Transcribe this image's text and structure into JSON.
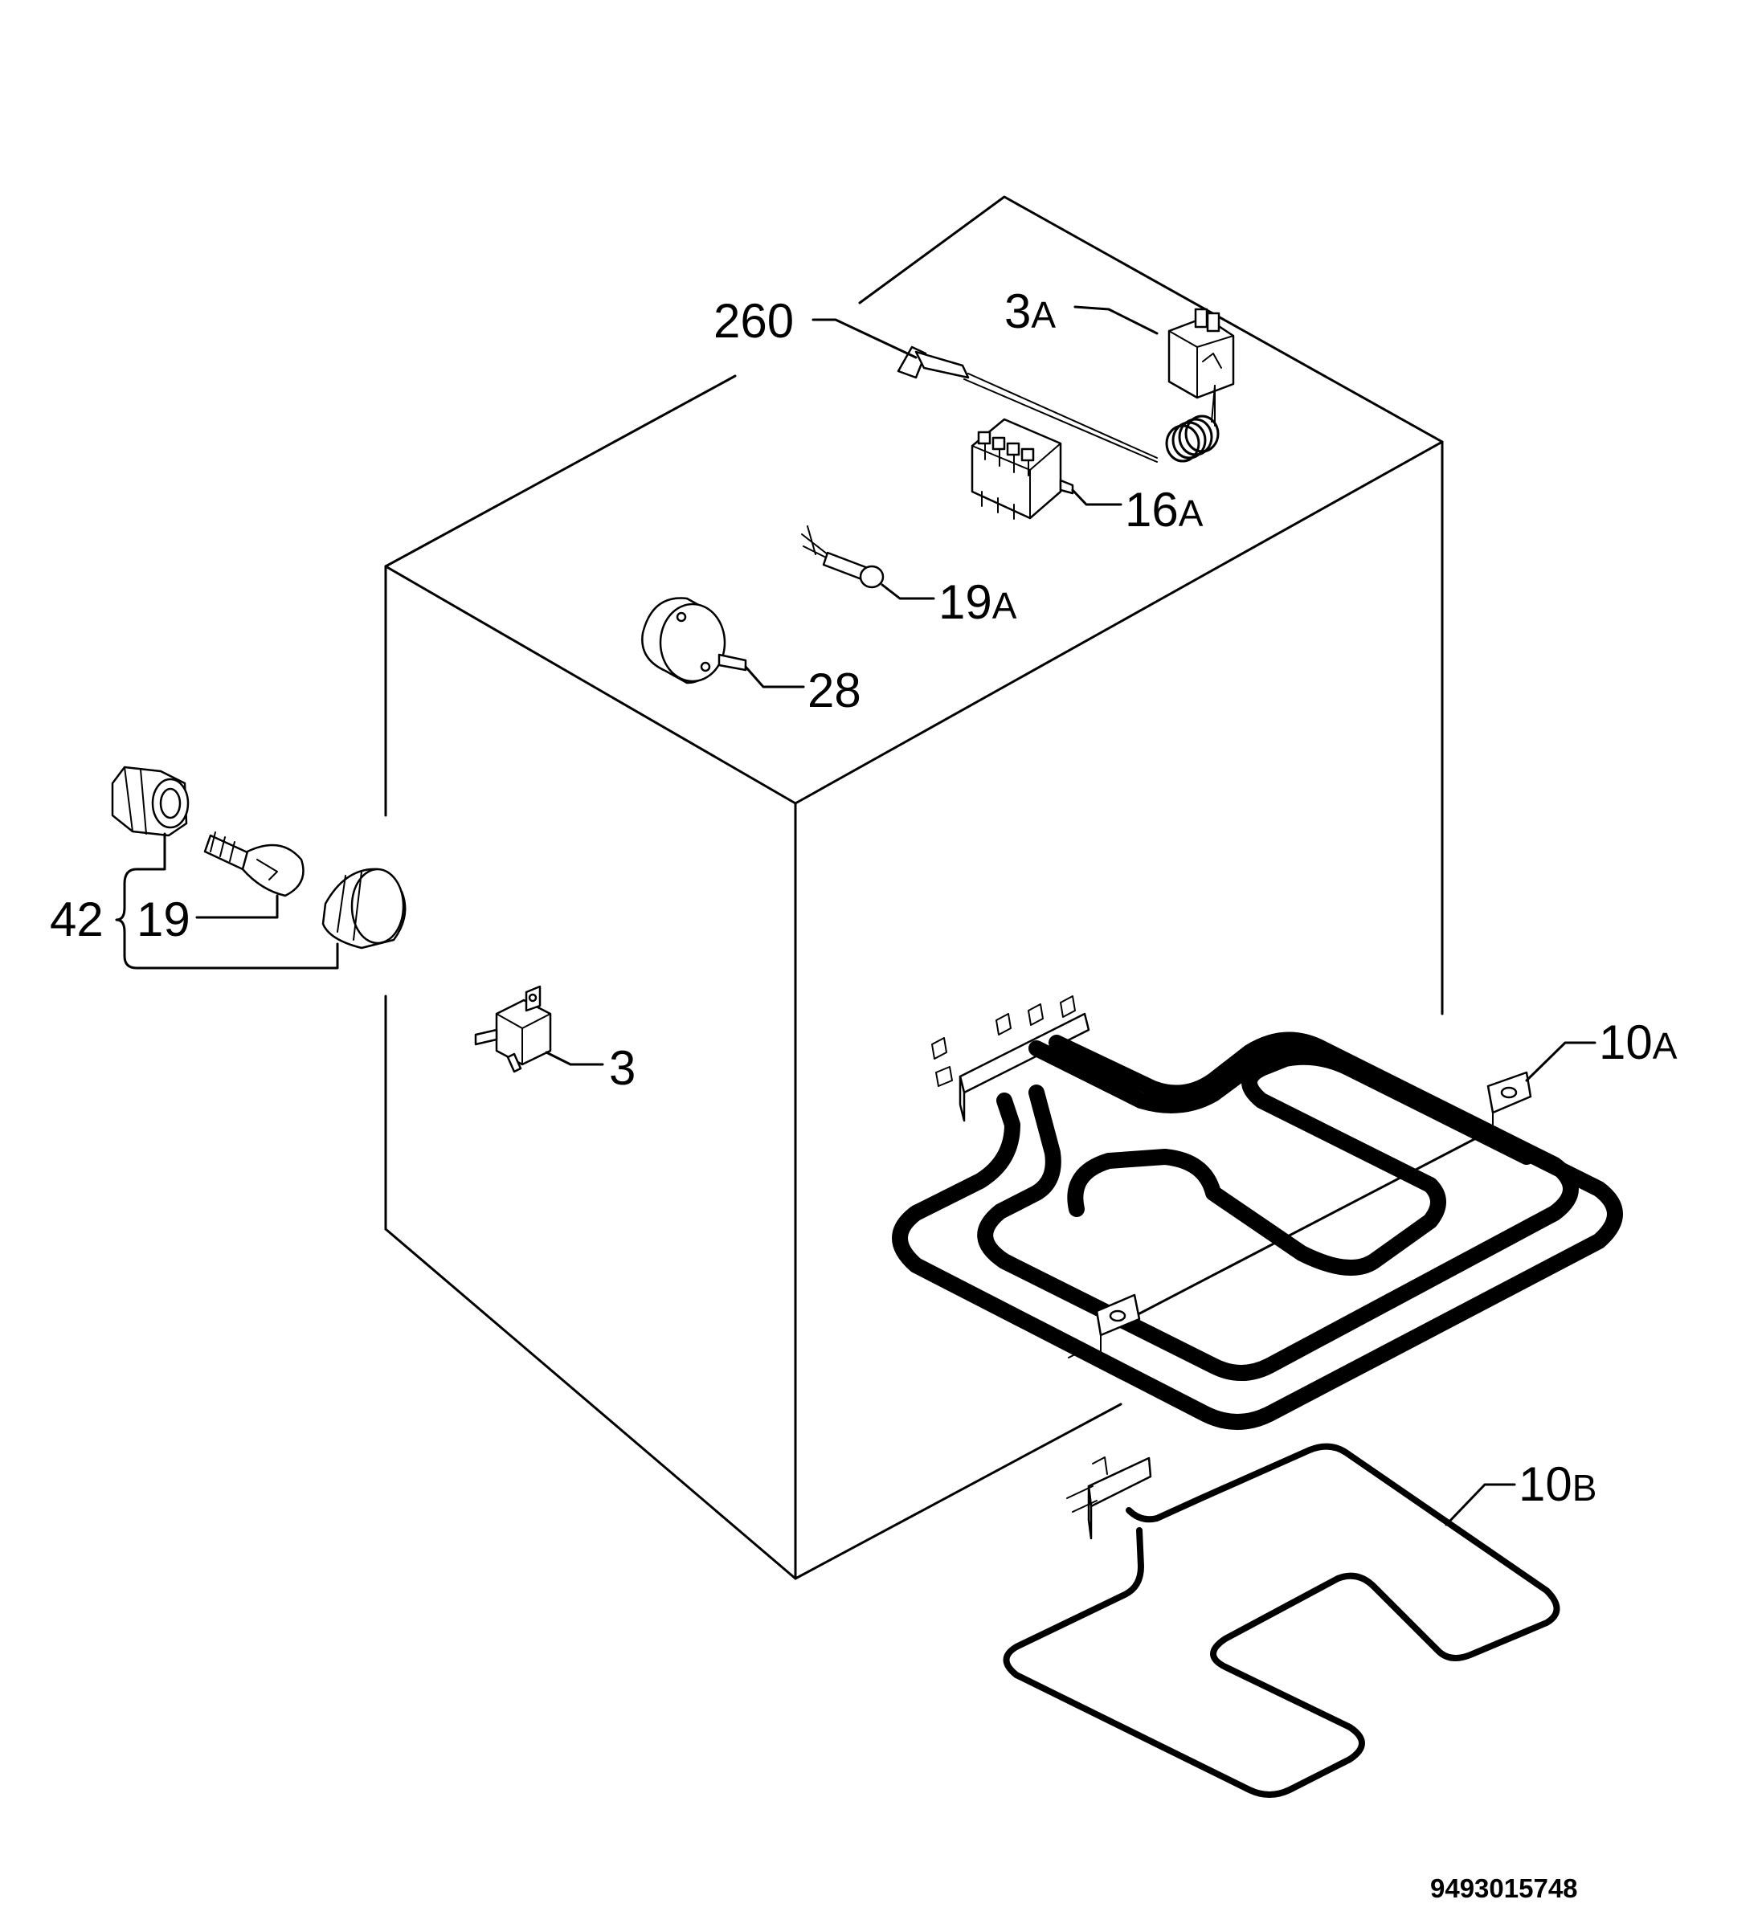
{
  "document_number": "9493015748",
  "callouts": {
    "p260": {
      "main": "260",
      "sub": ""
    },
    "p3a": {
      "main": "3",
      "sub": "A"
    },
    "p16a": {
      "main": "16",
      "sub": "A"
    },
    "p19a": {
      "main": "19",
      "sub": "A"
    },
    "p28": {
      "main": "28",
      "sub": ""
    },
    "p42": {
      "main": "42",
      "sub": ""
    },
    "p19": {
      "main": "19",
      "sub": ""
    },
    "p3": {
      "main": "3",
      "sub": ""
    },
    "p10a": {
      "main": "10",
      "sub": "A"
    },
    "p10b": {
      "main": "10",
      "sub": "B"
    }
  }
}
